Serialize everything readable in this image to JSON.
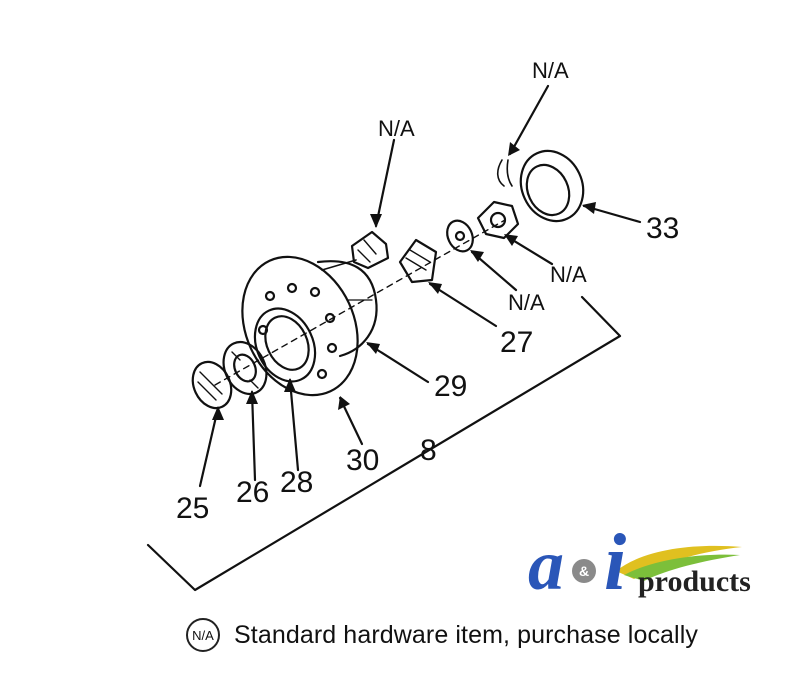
{
  "callouts": {
    "c8": "8",
    "c25": "25",
    "c26": "26",
    "c27": "27",
    "c28": "28",
    "c29": "29",
    "c30": "30",
    "c33": "33",
    "na_top": "N/A",
    "na_bolt": "N/A",
    "na_washer": "N/A",
    "na_nut": "N/A"
  },
  "legend": {
    "symbol": "N/A",
    "text": "Standard hardware item, purchase locally"
  },
  "logo": {
    "a": "a",
    "amp": "&",
    "i": "i",
    "products": "products",
    "primary_color": "#2a56b8",
    "accent_color": "#e0c020"
  }
}
